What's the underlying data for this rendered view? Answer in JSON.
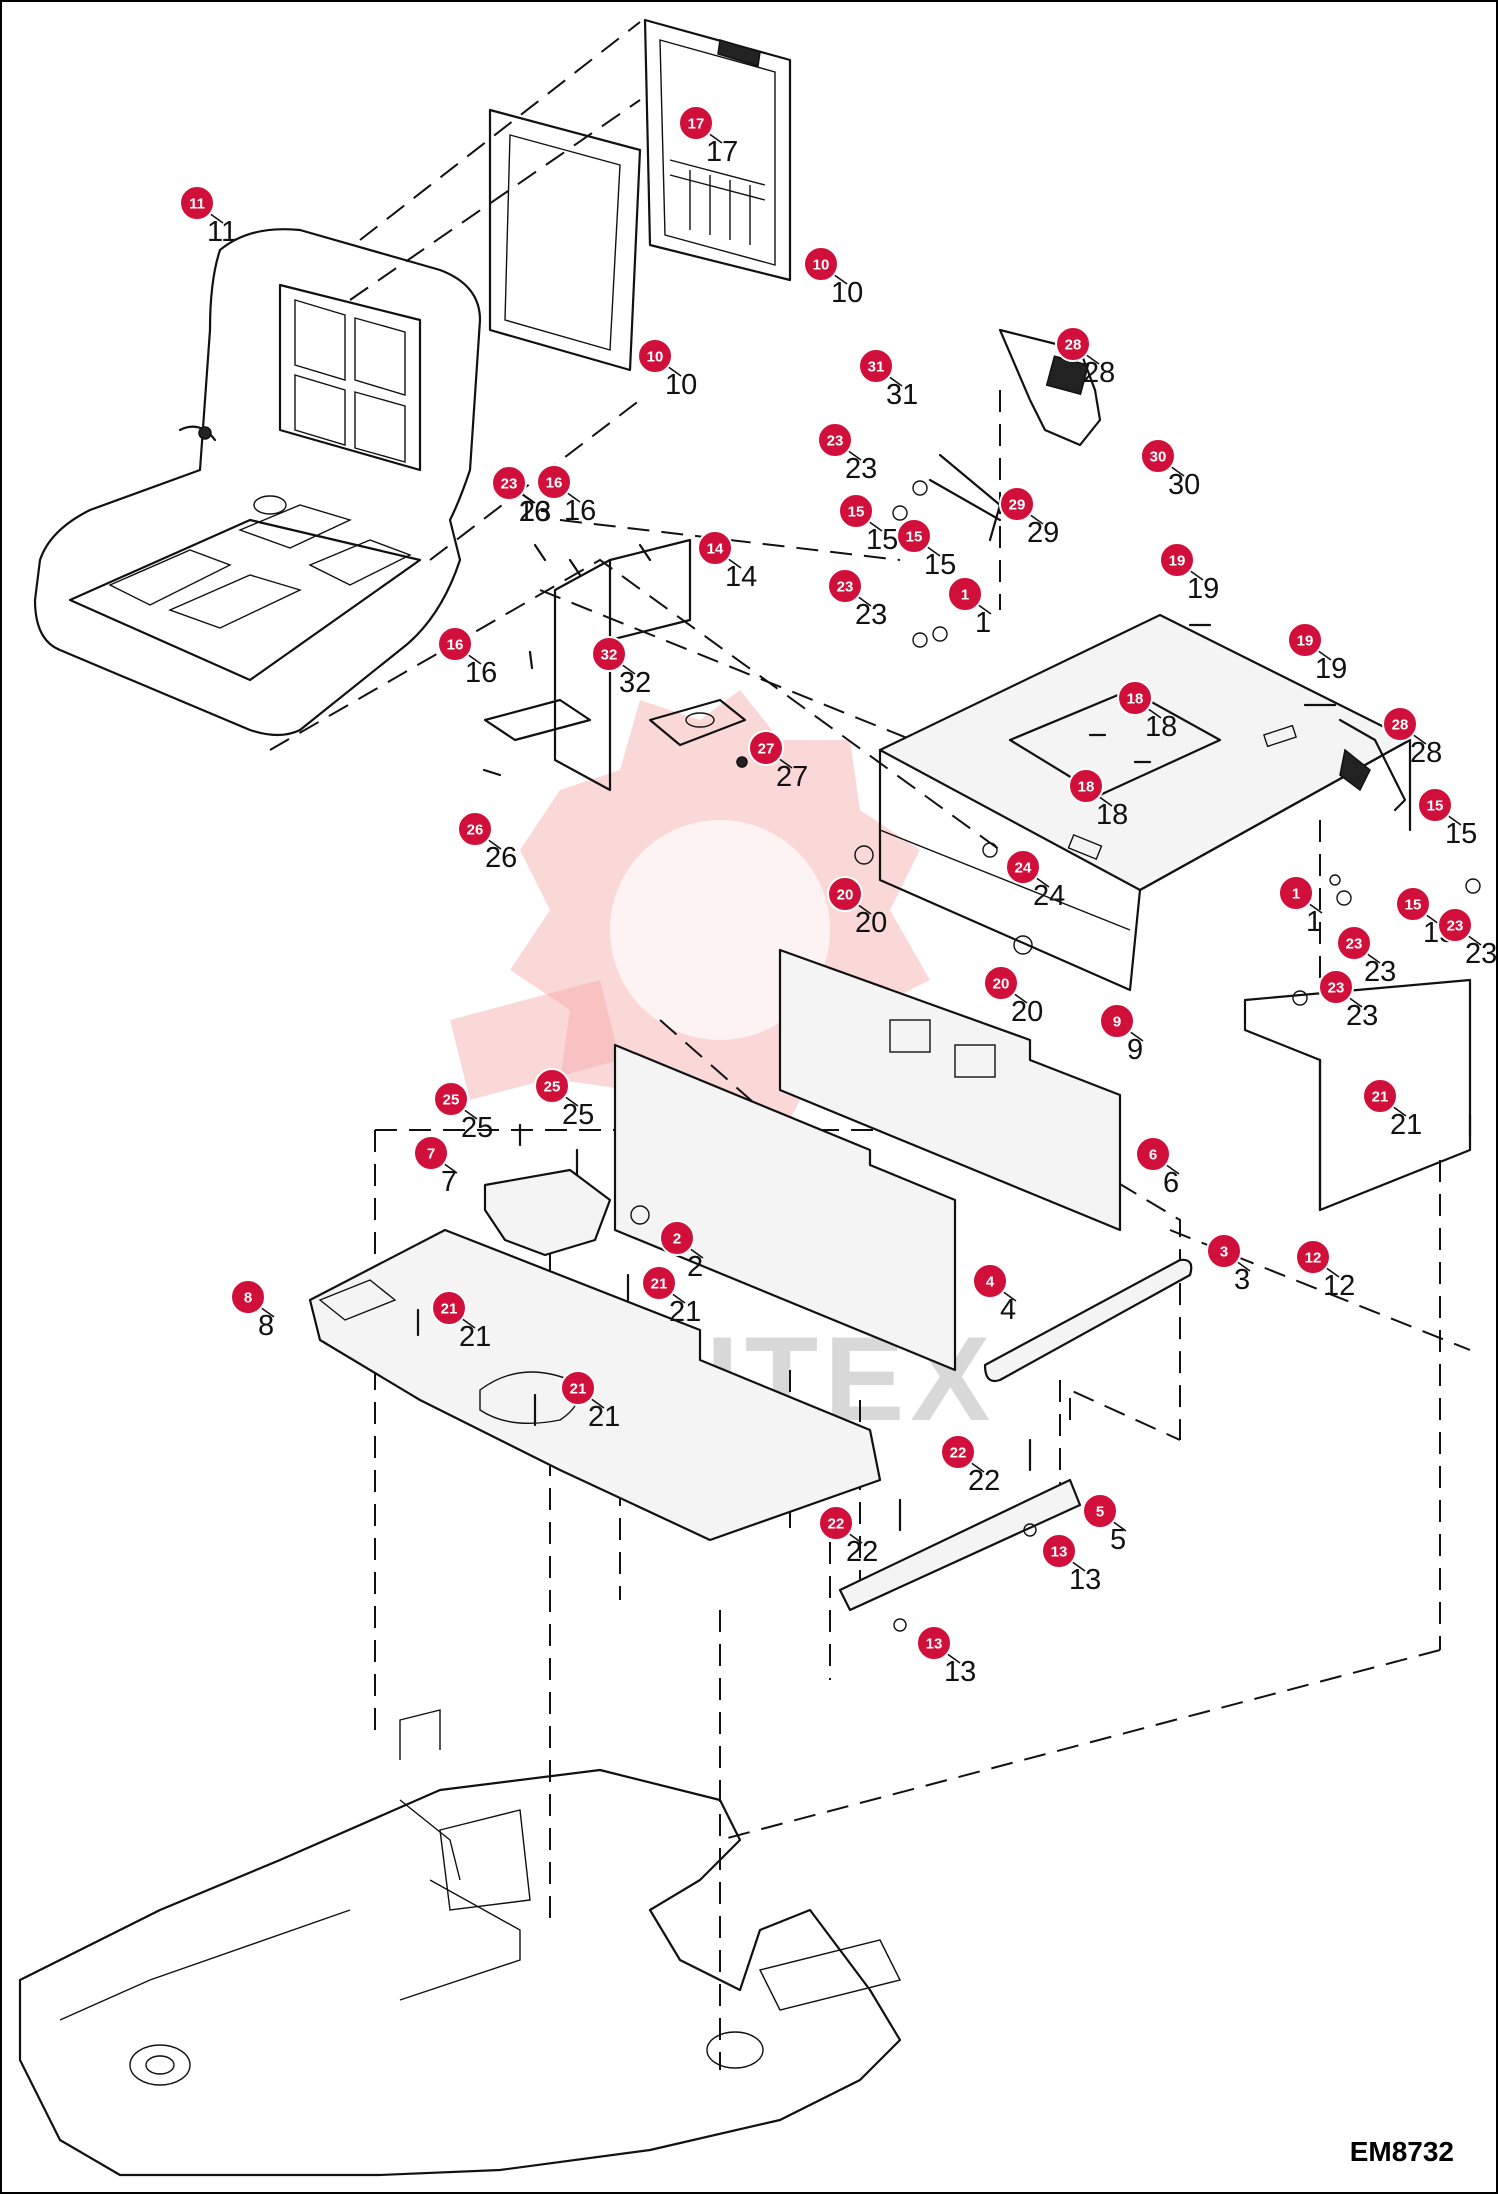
{
  "figure_code": "EM8732",
  "watermark_text": "ИНТЕХ",
  "colors": {
    "callout": "#d0103a",
    "watermark": "#f6a9a9"
  },
  "callouts": [
    {
      "key": "c11",
      "num": "11"
    },
    {
      "key": "c17",
      "num": "17"
    },
    {
      "key": "c10a",
      "num": "10"
    },
    {
      "key": "c10b",
      "num": "10"
    },
    {
      "key": "c31",
      "num": "31"
    },
    {
      "key": "c28a",
      "num": "28"
    },
    {
      "key": "c23a",
      "num": "23"
    },
    {
      "key": "c30",
      "num": "30"
    },
    {
      "key": "c15a",
      "num": "15"
    },
    {
      "key": "c15b",
      "num": "15"
    },
    {
      "key": "c29",
      "num": "29"
    },
    {
      "key": "c23b",
      "num": "23"
    },
    {
      "key": "c16a",
      "num": "16"
    },
    {
      "key": "c16b",
      "num": "16"
    },
    {
      "key": "c14",
      "num": "14"
    },
    {
      "key": "c23c",
      "num": "23"
    },
    {
      "key": "c1a",
      "num": "1"
    },
    {
      "key": "c19a",
      "num": "19"
    },
    {
      "key": "c19b",
      "num": "19"
    },
    {
      "key": "c16c",
      "num": "16"
    },
    {
      "key": "c32",
      "num": "32"
    },
    {
      "key": "c18a",
      "num": "18"
    },
    {
      "key": "c28b",
      "num": "28"
    },
    {
      "key": "c27",
      "num": "27"
    },
    {
      "key": "c18b",
      "num": "18"
    },
    {
      "key": "c26",
      "num": "26"
    },
    {
      "key": "c15c",
      "num": "15"
    },
    {
      "key": "c20a",
      "num": "20"
    },
    {
      "key": "c24",
      "num": "24"
    },
    {
      "key": "c1b",
      "num": "1"
    },
    {
      "key": "c15d",
      "num": "15"
    },
    {
      "key": "c23d",
      "num": "23"
    },
    {
      "key": "c23e",
      "num": "23"
    },
    {
      "key": "c20b",
      "num": "20"
    },
    {
      "key": "c23f",
      "num": "23"
    },
    {
      "key": "c9",
      "num": "9"
    },
    {
      "key": "c25a",
      "num": "25"
    },
    {
      "key": "c25b",
      "num": "25"
    },
    {
      "key": "c21a",
      "num": "21"
    },
    {
      "key": "c7",
      "num": "7"
    },
    {
      "key": "c6",
      "num": "6"
    },
    {
      "key": "c2",
      "num": "2"
    },
    {
      "key": "c3",
      "num": "3"
    },
    {
      "key": "c12",
      "num": "12"
    },
    {
      "key": "c8",
      "num": "8"
    },
    {
      "key": "c21b",
      "num": "21"
    },
    {
      "key": "c21c",
      "num": "21"
    },
    {
      "key": "c4",
      "num": "4"
    },
    {
      "key": "c21d",
      "num": "21"
    },
    {
      "key": "c22a",
      "num": "22"
    },
    {
      "key": "c5",
      "num": "5"
    },
    {
      "key": "c22b",
      "num": "22"
    },
    {
      "key": "c13a",
      "num": "13"
    },
    {
      "key": "c13b",
      "num": "13"
    }
  ]
}
